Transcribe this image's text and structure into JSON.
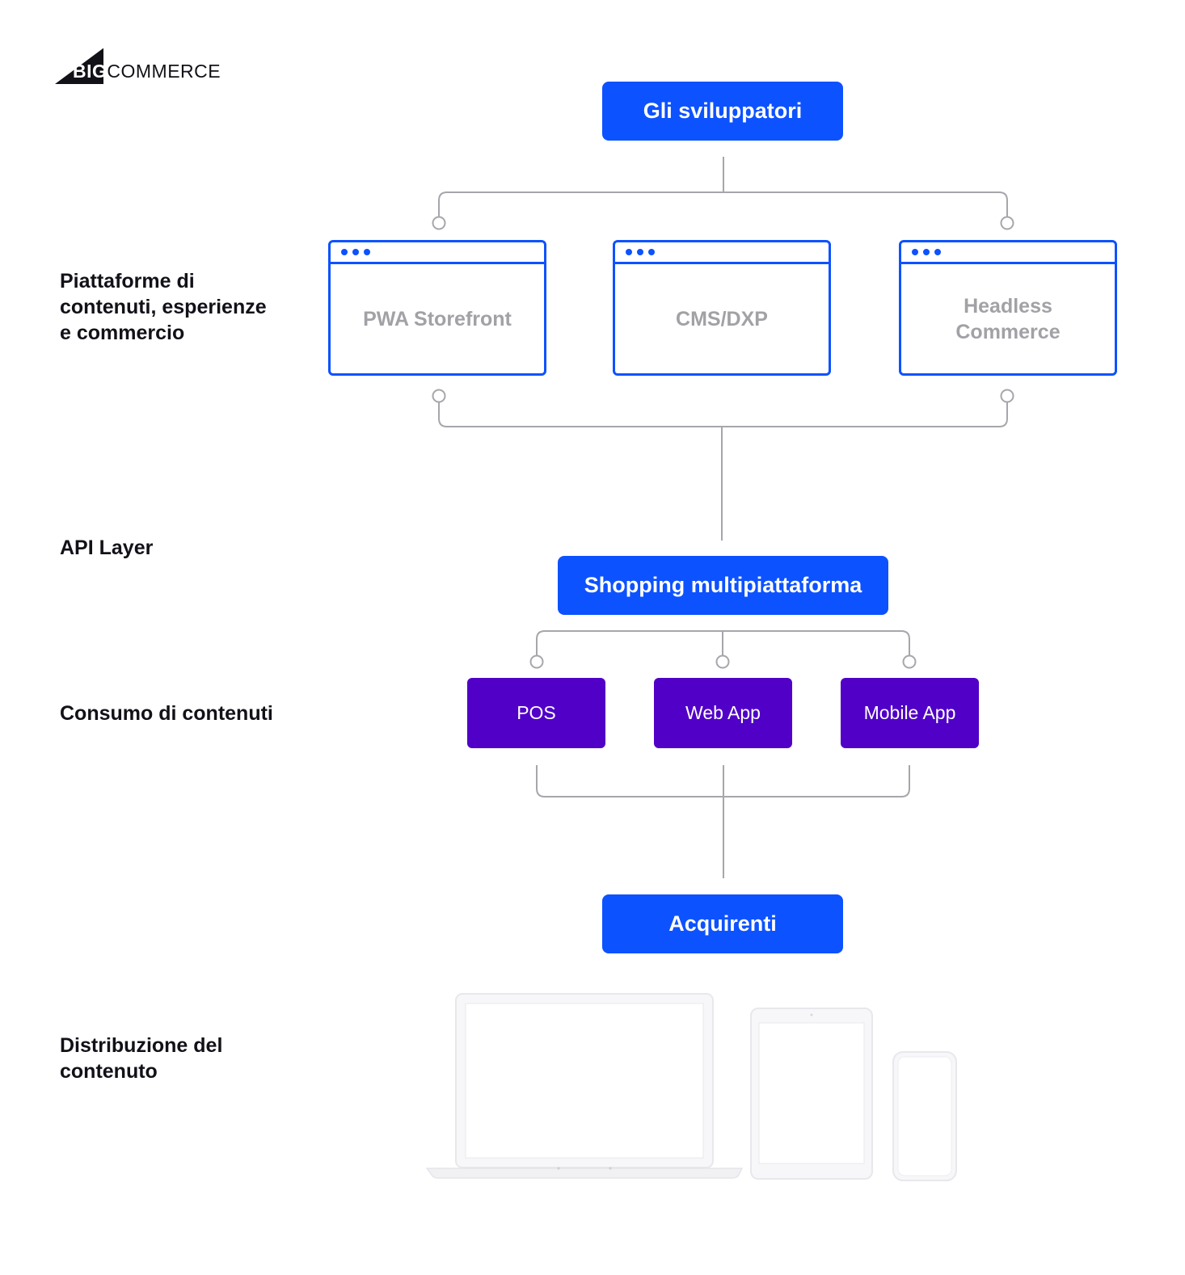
{
  "brand": {
    "logo_big": "BIG",
    "logo_commerce": "COMMERCE"
  },
  "labels": {
    "platforms": "Piattaforme di\ncontenuti, esperienze\ne commercio",
    "api_layer": "API Layer",
    "consumption": "Consumo di contenuti",
    "distribution": "Distribuzione del\ncontenuto"
  },
  "nodes": {
    "developers": "Gli sviluppatori",
    "multiplatform": "Shopping multipiattaforma",
    "buyers": "Acquirenti"
  },
  "platforms": [
    {
      "label": "PWA Storefront"
    },
    {
      "label": "CMS/DXP"
    },
    {
      "label": "Headless\nCommerce"
    }
  ],
  "consumers": [
    {
      "label": "POS"
    },
    {
      "label": "Web App"
    },
    {
      "label": "Mobile App"
    }
  ],
  "devices": [
    "laptop-icon",
    "tablet-icon",
    "phone-icon"
  ],
  "colors": {
    "primary_blue": "#0d52ff",
    "purple": "#5000c7",
    "connector": "#a6a6ac",
    "platform_text": "#a1a1a6",
    "device_frame": "#eeeef1"
  }
}
